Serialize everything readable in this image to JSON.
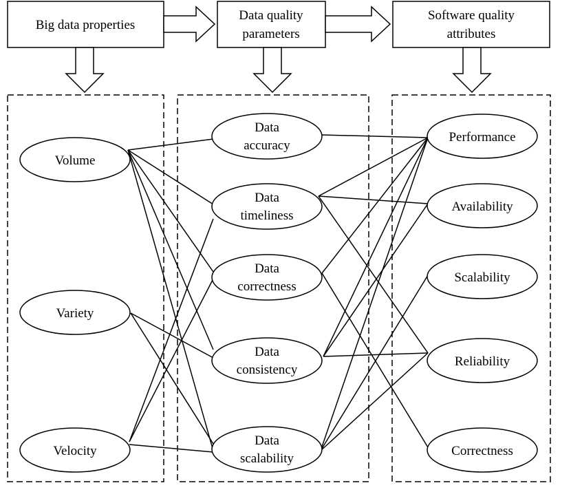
{
  "headers": {
    "big_data": "Big data properties",
    "dq_line1": "Data quality",
    "dq_line2": "parameters",
    "sq_line1": "Software quality",
    "sq_line2": "attributes"
  },
  "big_data_properties": {
    "volume": "Volume",
    "variety": "Variety",
    "velocity": "Velocity"
  },
  "data_quality_parameters": {
    "accuracy": [
      "Data",
      "accuracy"
    ],
    "timeliness": [
      "Data",
      "timeliness"
    ],
    "correctness": [
      "Data",
      "correctness"
    ],
    "consistency": [
      "Data",
      "consistency"
    ],
    "scalability": [
      "Data",
      "scalability"
    ]
  },
  "software_quality_attributes": {
    "performance": "Performance",
    "availability": "Availability",
    "scalability": "Scalability",
    "reliability": "Reliability",
    "correctness": "Correctness"
  }
}
